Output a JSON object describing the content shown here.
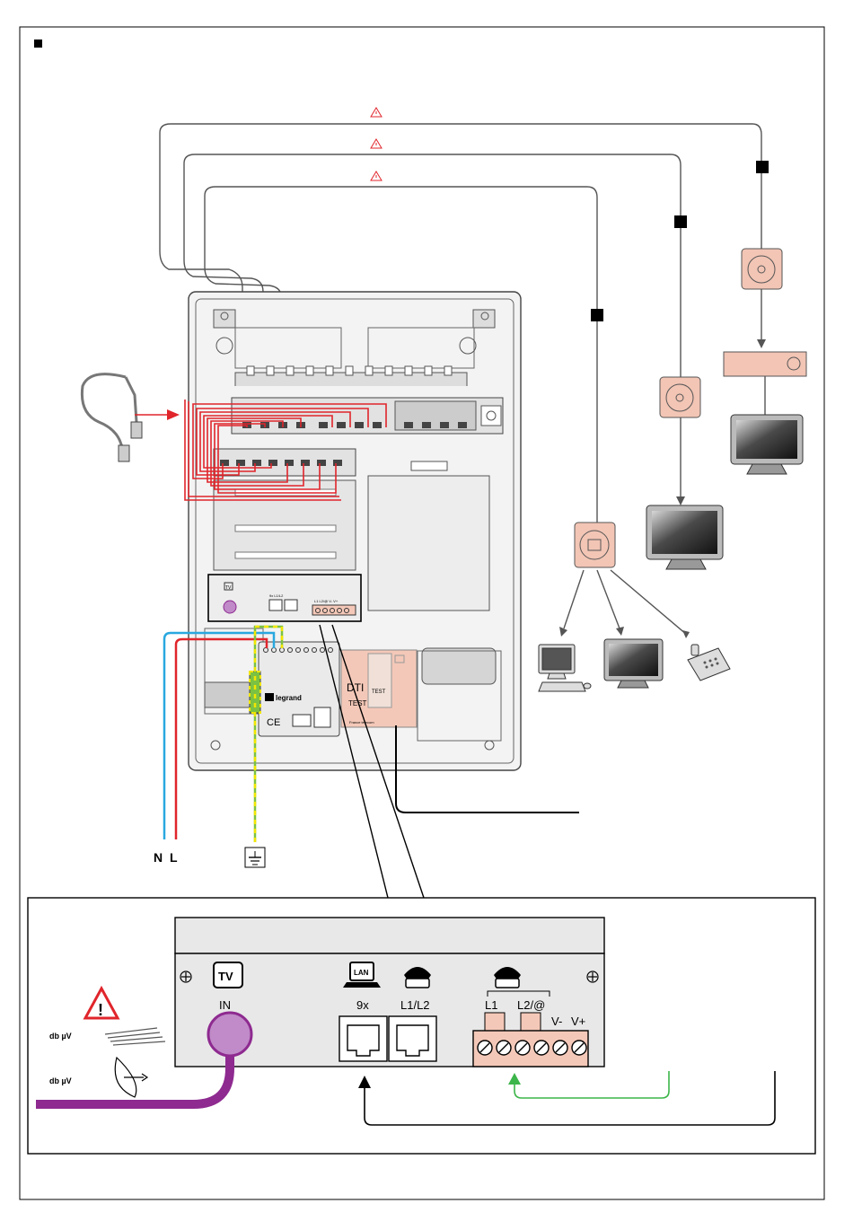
{
  "colors": {
    "frame": "#000000",
    "panel_fill": "#e9e9e9",
    "panel_line": "#555555",
    "patch_red": "#e0252b",
    "neutral_blue": "#29a8df",
    "live_red": "#e0252b",
    "earth_green": "#7cc242",
    "earth_yellow": "#f2e600",
    "tv_purple": "#8e2a90",
    "tv_purple_light": "#c08bc8",
    "lan_arrow_green": "#3cb54a",
    "socket_pink": "#f2c5b5",
    "terminal_pink": "#f4c8b8",
    "warning_red": "#e0252b"
  },
  "main_diagram": {
    "mains_labels": {
      "neutral": "N",
      "live": "L"
    },
    "warning_symbol": "⚠",
    "earth_symbol": "⏚",
    "module_brand": "legrand",
    "module_ce": "CE",
    "test_box": {
      "left_label": "DTI",
      "left_sub": "TEST",
      "right_label": "TEST",
      "footer": "France telecom"
    },
    "mini_module": {
      "tv": "TV",
      "lan_labels": "9x  L1/L2",
      "term_labels": "L1  L2/@  V- V+"
    }
  },
  "zoom_panel": {
    "tv_icon": "TV",
    "tv_in_label": "IN",
    "lan_icon": "LAN",
    "rj45_labels": [
      "9x",
      "L1/L2"
    ],
    "terminal_labels": [
      "L1",
      "L2/@",
      "V-",
      "V+"
    ],
    "signal_labels": [
      "db µV",
      "db µV"
    ],
    "warning_symbol": "!"
  }
}
